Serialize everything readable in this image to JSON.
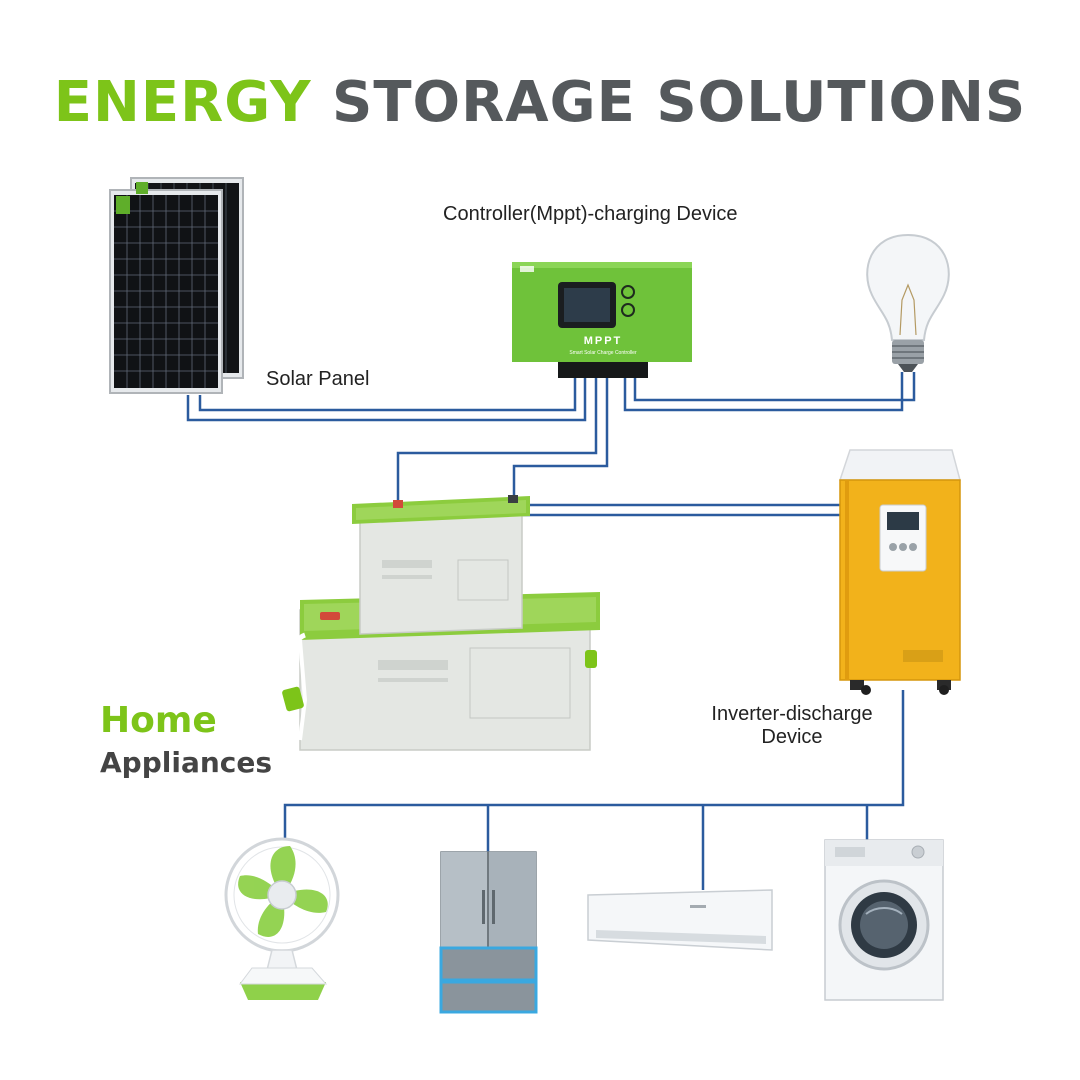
{
  "title": {
    "part1": "ENERGY",
    "part2": "STORAGE SOLUTIONS"
  },
  "labels": {
    "controller": "Controller(Mppt)-charging Device",
    "solar_panel": "Solar Panel",
    "inverter_line1": "Inverter-discharge",
    "inverter_line2": "Device",
    "home": "Home",
    "appliances": "Appliances"
  },
  "device_text": {
    "mppt": "MPPT",
    "mppt_sub": "Smart Solar Charge Controller"
  },
  "colors": {
    "green": "#7dc419",
    "dark_gray": "#55595c",
    "wire": "#2b5b9e",
    "inverter": "#f2b21b",
    "battery_body": "#e3e6e3"
  }
}
